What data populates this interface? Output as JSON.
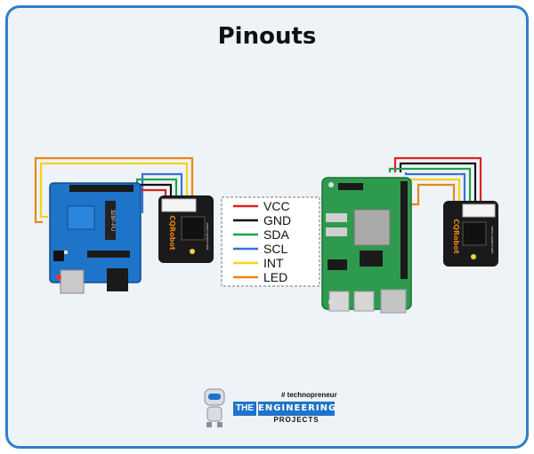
{
  "title": "Pinouts",
  "legend": [
    {
      "label": "VCC",
      "color": "#e02020"
    },
    {
      "label": "GND",
      "color": "#111111"
    },
    {
      "label": "SDA",
      "color": "#1fa34a"
    },
    {
      "label": "SCL",
      "color": "#3a6fd8"
    },
    {
      "label": "INT",
      "color": "#f2d31b"
    },
    {
      "label": "LED",
      "color": "#e8861a"
    }
  ],
  "arduino": {
    "chip_label": "328P-PU",
    "icon": "arduino-uno-board-icon"
  },
  "raspberry_pi": {
    "icon": "raspberry-pi-board-icon"
  },
  "sensor_left": {
    "brand": "CQRobot",
    "url": "www.cqrobot.wiki"
  },
  "sensor_right": {
    "brand": "CQRobot",
    "url": "www.cqrobot.wiki"
  },
  "logo": {
    "tagline": "# technopreneur",
    "the": "THE",
    "engineering": "ENGINEERING",
    "projects": "PROJECTS",
    "icon": "robot-mascot-icon"
  }
}
